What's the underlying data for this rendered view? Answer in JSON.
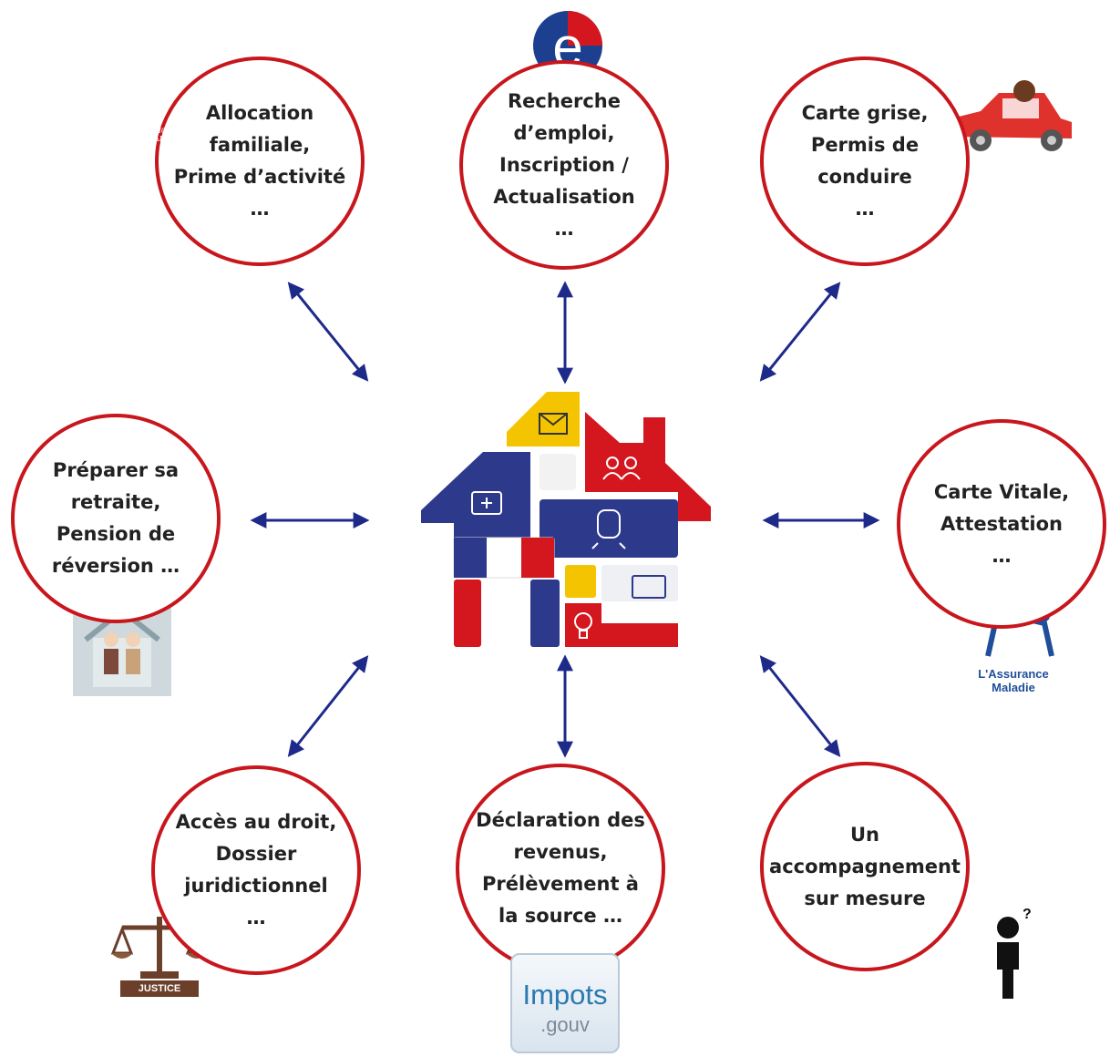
{
  "bubbles": [
    {
      "id": "caf",
      "text": "Allocation\nfamiliale,\nPrime d’activité\n…"
    },
    {
      "id": "pole-emploi",
      "text": "Recherche\nd’emploi,\nInscription /\nActualisation\n…"
    },
    {
      "id": "ants",
      "text": "Carte grise,\nPermis de\nconduire\n…"
    },
    {
      "id": "retraite",
      "text": "Préparer sa\nretraite,\nPension de\nréversion …"
    },
    {
      "id": "ameli",
      "text": "Carte Vitale,\nAttestation\n…"
    },
    {
      "id": "justice",
      "text": "Accès au droit,\nDossier\njuridictionnel\n…"
    },
    {
      "id": "impots",
      "text": "Déclaration des\nrevenus,\nPrélèvement à\nla source …"
    },
    {
      "id": "accompagnement",
      "text": "Un\naccompagnement\nsur mesure"
    }
  ],
  "logos": {
    "caf": "ALLOCATIONS\nFAMILIALES",
    "impots_line1": "Impots",
    "impots_line2": ".gouv",
    "ameli": "L'Assurance\nMaladie",
    "justice": "JUSTICE"
  },
  "colors": {
    "circle_border": "#c8161d",
    "arrow": "#1e2a8a",
    "house_blue": "#2d3a8c",
    "house_red": "#d4161f",
    "house_yellow": "#f5c400"
  }
}
